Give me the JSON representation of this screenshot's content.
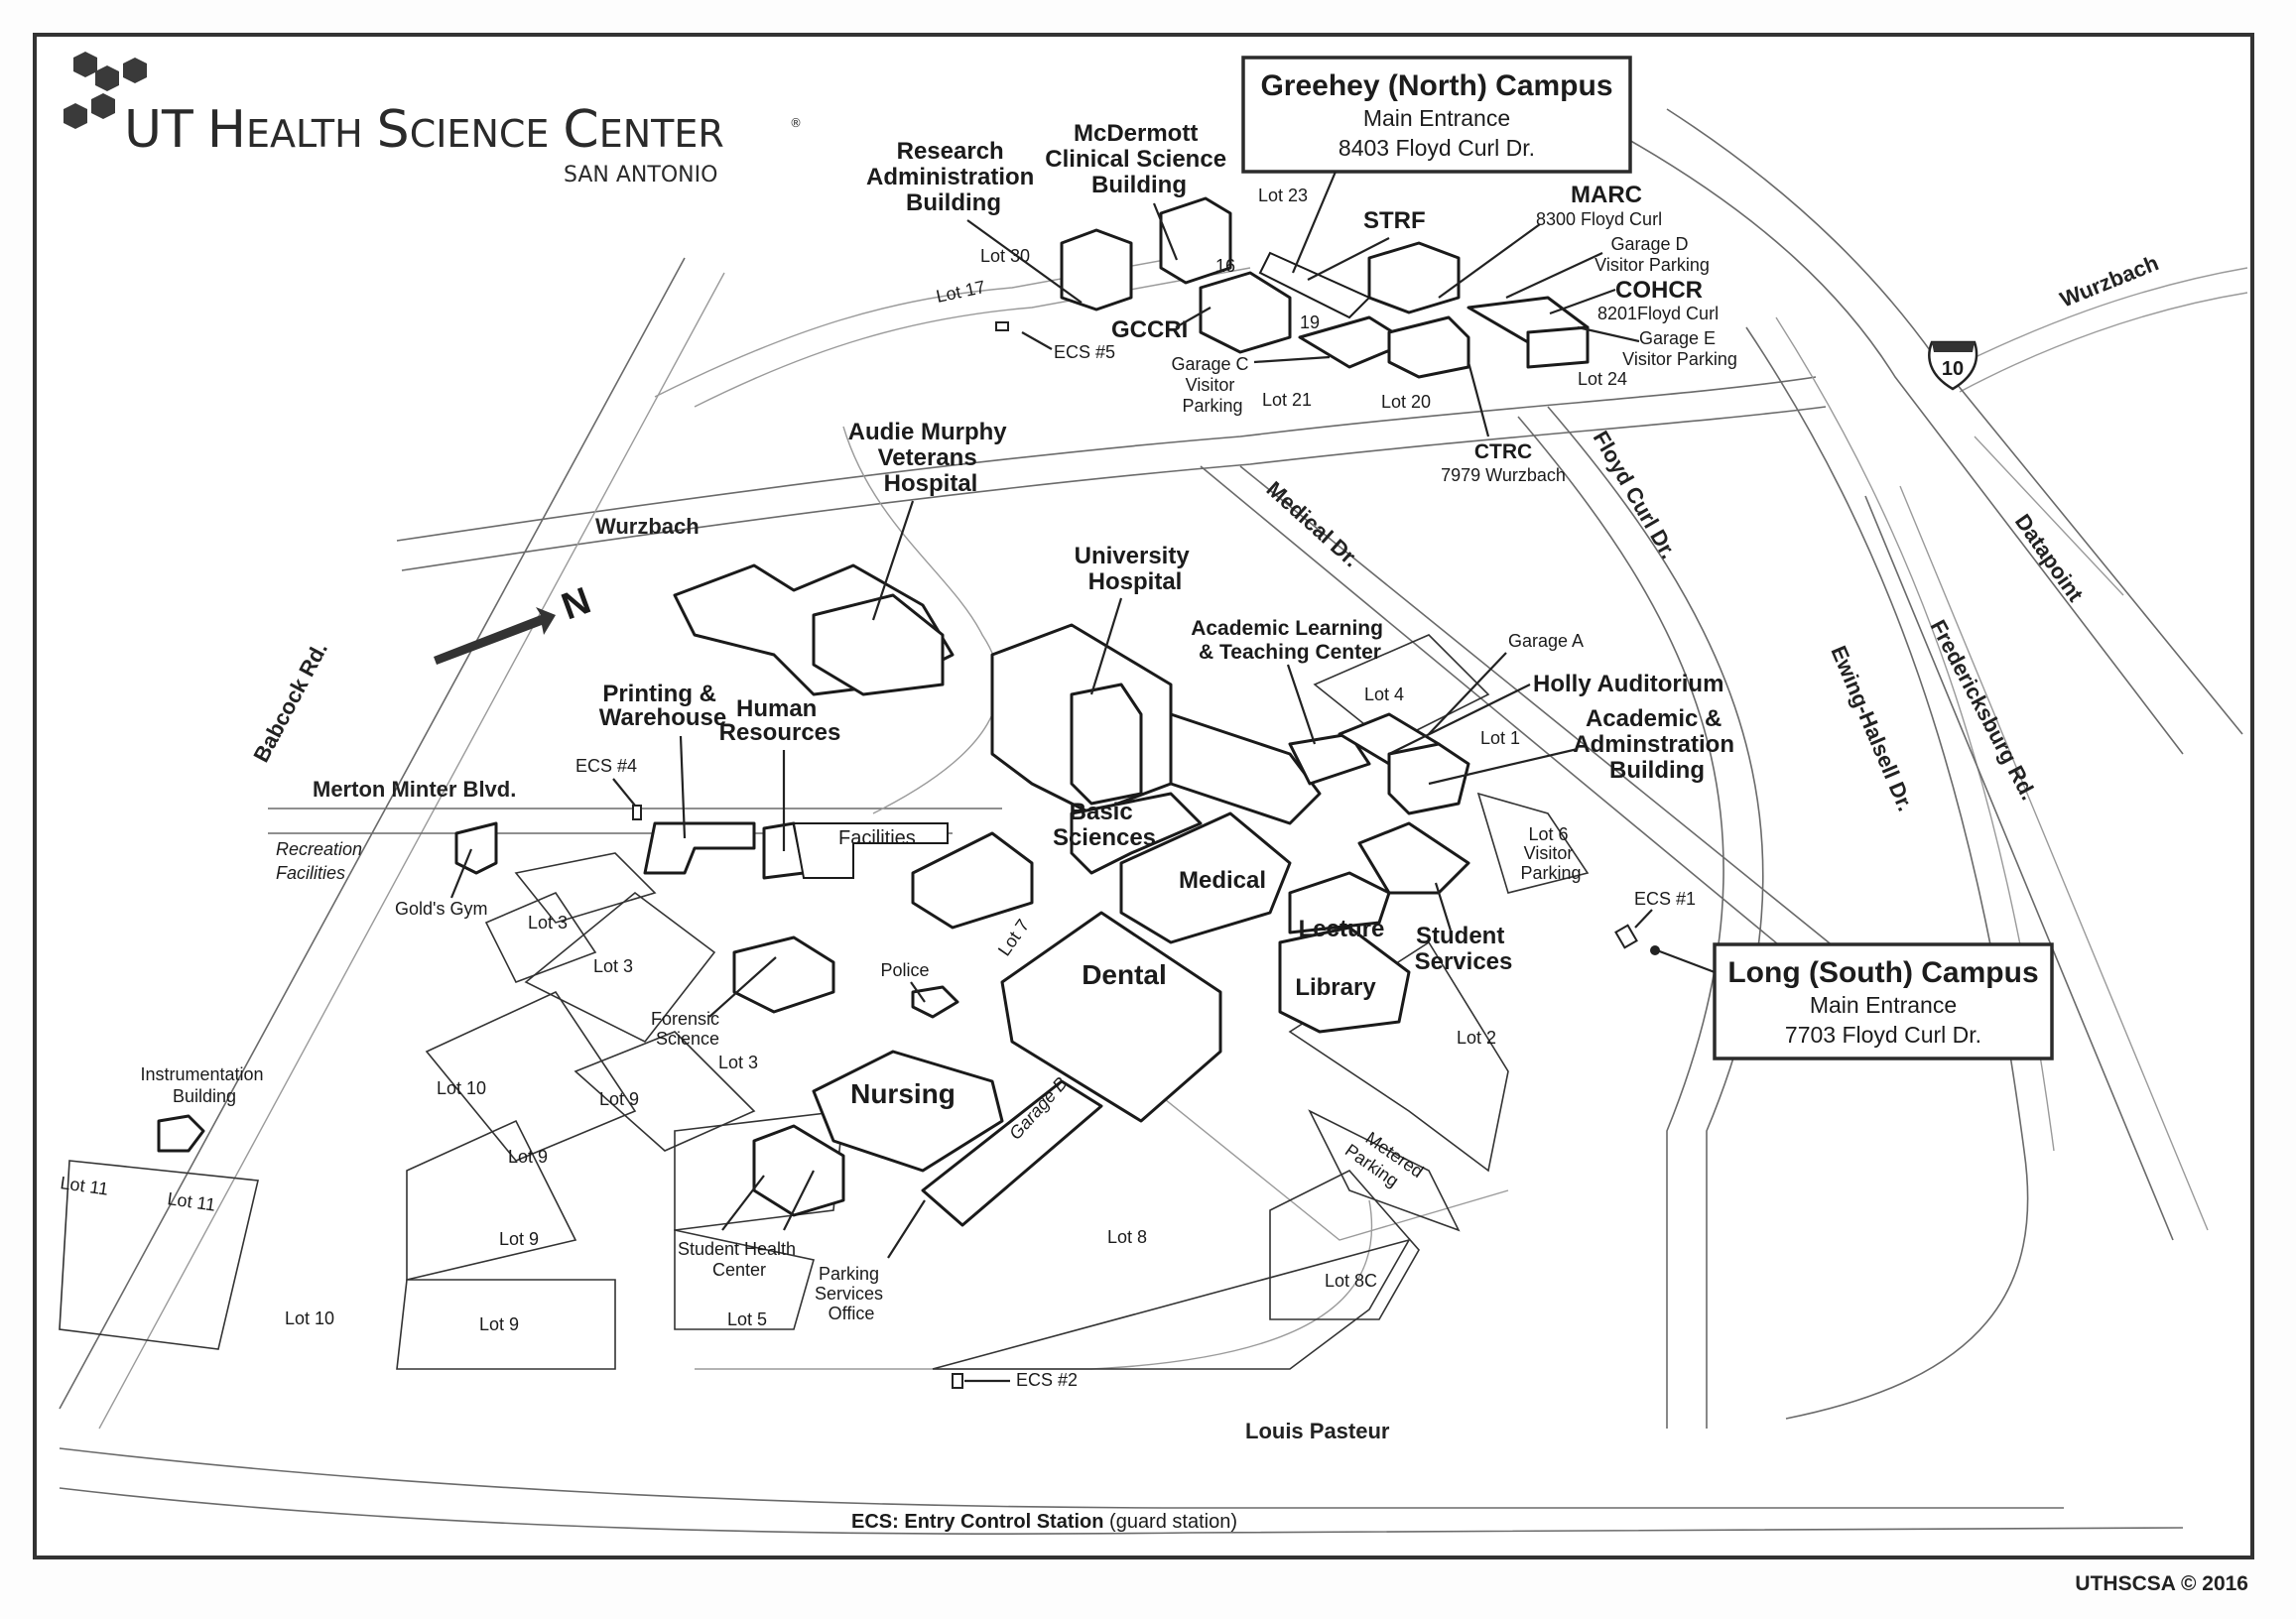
{
  "header": {
    "logo_icon": "hexagon-cluster-icon",
    "title_first": "UT",
    "title_rest": [
      {
        "cap": "H",
        "small": "EALTH"
      },
      {
        "cap": "S",
        "small": "CIENCE"
      },
      {
        "cap": "C",
        "small": "ENTER"
      }
    ],
    "registered": "®",
    "subtitle": "SAN ANTONIO"
  },
  "campuses": {
    "north": {
      "title": "Greehey (North) Campus",
      "line1": "Main Entrance",
      "line2": "8403 Floyd Curl Dr."
    },
    "south": {
      "title": "Long (South) Campus",
      "line1": "Main Entrance",
      "line2": "7703 Floyd Curl Dr."
    }
  },
  "roads": {
    "wurzbach_west": "Wurzbach",
    "wurzbach_east": "Wurzbach",
    "babcock": "Babcock Rd.",
    "merton_minter": "Merton Minter Blvd.",
    "medical_dr": "Medical Dr.",
    "floyd_curl": "Floyd Curl Dr.",
    "datapoint": "Datapoint",
    "ewing_halsell": "Ewing-Halsell Dr.",
    "fredericksburg": "Fredericksburg Rd.",
    "louis_pasteur": "Louis Pasteur",
    "interstate": "10"
  },
  "north_arrow": {
    "icon": "north-arrow-icon",
    "letter": "N"
  },
  "buildings": {
    "research_admin": [
      "Research",
      "Administration",
      "Building"
    ],
    "mcdermott": [
      "McDermott",
      "Clinical Science",
      "Building"
    ],
    "strf": "STRF",
    "marc": {
      "name": "MARC",
      "address": "8300 Floyd Curl"
    },
    "garage_d": [
      "Garage D",
      "Visitor Parking"
    ],
    "cohcr": {
      "name": "COHCR",
      "address": "8201Floyd Curl"
    },
    "garage_e": [
      "Garage E",
      "Visitor Parking"
    ],
    "gccri": "GCCRI",
    "garage_c": [
      "Garage C",
      "Visitor",
      "Parking"
    ],
    "ctrc": {
      "name": "CTRC",
      "address": "7979 Wurzbach"
    },
    "audie_murphy": [
      "Audie Murphy",
      "Veterans",
      "Hospital"
    ],
    "university_hospital": [
      "University",
      "Hospital"
    ],
    "altc": [
      "Academic Learning",
      "& Teaching Center"
    ],
    "garage_a": "Garage A",
    "holly": "Holly Auditorium",
    "academic_admin": [
      "Academic &",
      "Adminstration",
      "Building"
    ],
    "printing": [
      "Printing &",
      "Warehouse"
    ],
    "human_resources": [
      "Human",
      "Resources"
    ],
    "facilities": "Facilities",
    "basic_sciences": [
      "Basic",
      "Sciences"
    ],
    "medical": "Medical",
    "lecture": "Lecture",
    "library": "Library",
    "student_services": [
      "Student",
      "Services"
    ],
    "dental": "Dental",
    "police": "Police",
    "forensic": [
      "Forensic",
      "Science"
    ],
    "nursing": "Nursing",
    "garage_b": "Garage B",
    "student_health": [
      "Student Health",
      "Center"
    ],
    "parking_services": [
      "Parking",
      "Services",
      "Office"
    ],
    "golds_gym": "Gold's Gym",
    "recreation": [
      "Recreation",
      "Facilities"
    ],
    "instrumentation": [
      "Instrumentation",
      "Building"
    ]
  },
  "lots": {
    "lot30": "Lot 30",
    "lot17": "Lot 17",
    "lot23": "Lot 23",
    "n16": "16",
    "n19": "19",
    "lot21": "Lot 21",
    "lot20": "Lot 20",
    "lot24": "Lot 24",
    "lot4": "Lot 4",
    "lot1": "Lot 1",
    "lot6": [
      "Lot 6",
      "Visitor",
      "Parking"
    ],
    "lot3a": "Lot 3",
    "lot3b": "Lot 3",
    "lot3c": "Lot 3",
    "lot7": "Lot 7",
    "lot2": "Lot 2",
    "lot10a": "Lot 10",
    "lot10b": "Lot 10",
    "lot9a": "Lot 9",
    "lot9b": "Lot 9",
    "lot9c": "Lot 9",
    "lot9d": "Lot 9",
    "lot11a": "Lot 11",
    "lot11b": "Lot 11",
    "lot5": "Lot 5",
    "lot8": "Lot 8",
    "lot8c": "Lot 8C",
    "metered": [
      "Metered",
      "Parking"
    ]
  },
  "ecs": {
    "ecs1": "ECS #1",
    "ecs2": "ECS #2",
    "ecs4": "ECS #4",
    "ecs5": "ECS #5"
  },
  "legend": {
    "key": "ECS:",
    "term": "Entry Control Station",
    "note": "(guard station)"
  },
  "footer": "UTHSCSA © 2016"
}
